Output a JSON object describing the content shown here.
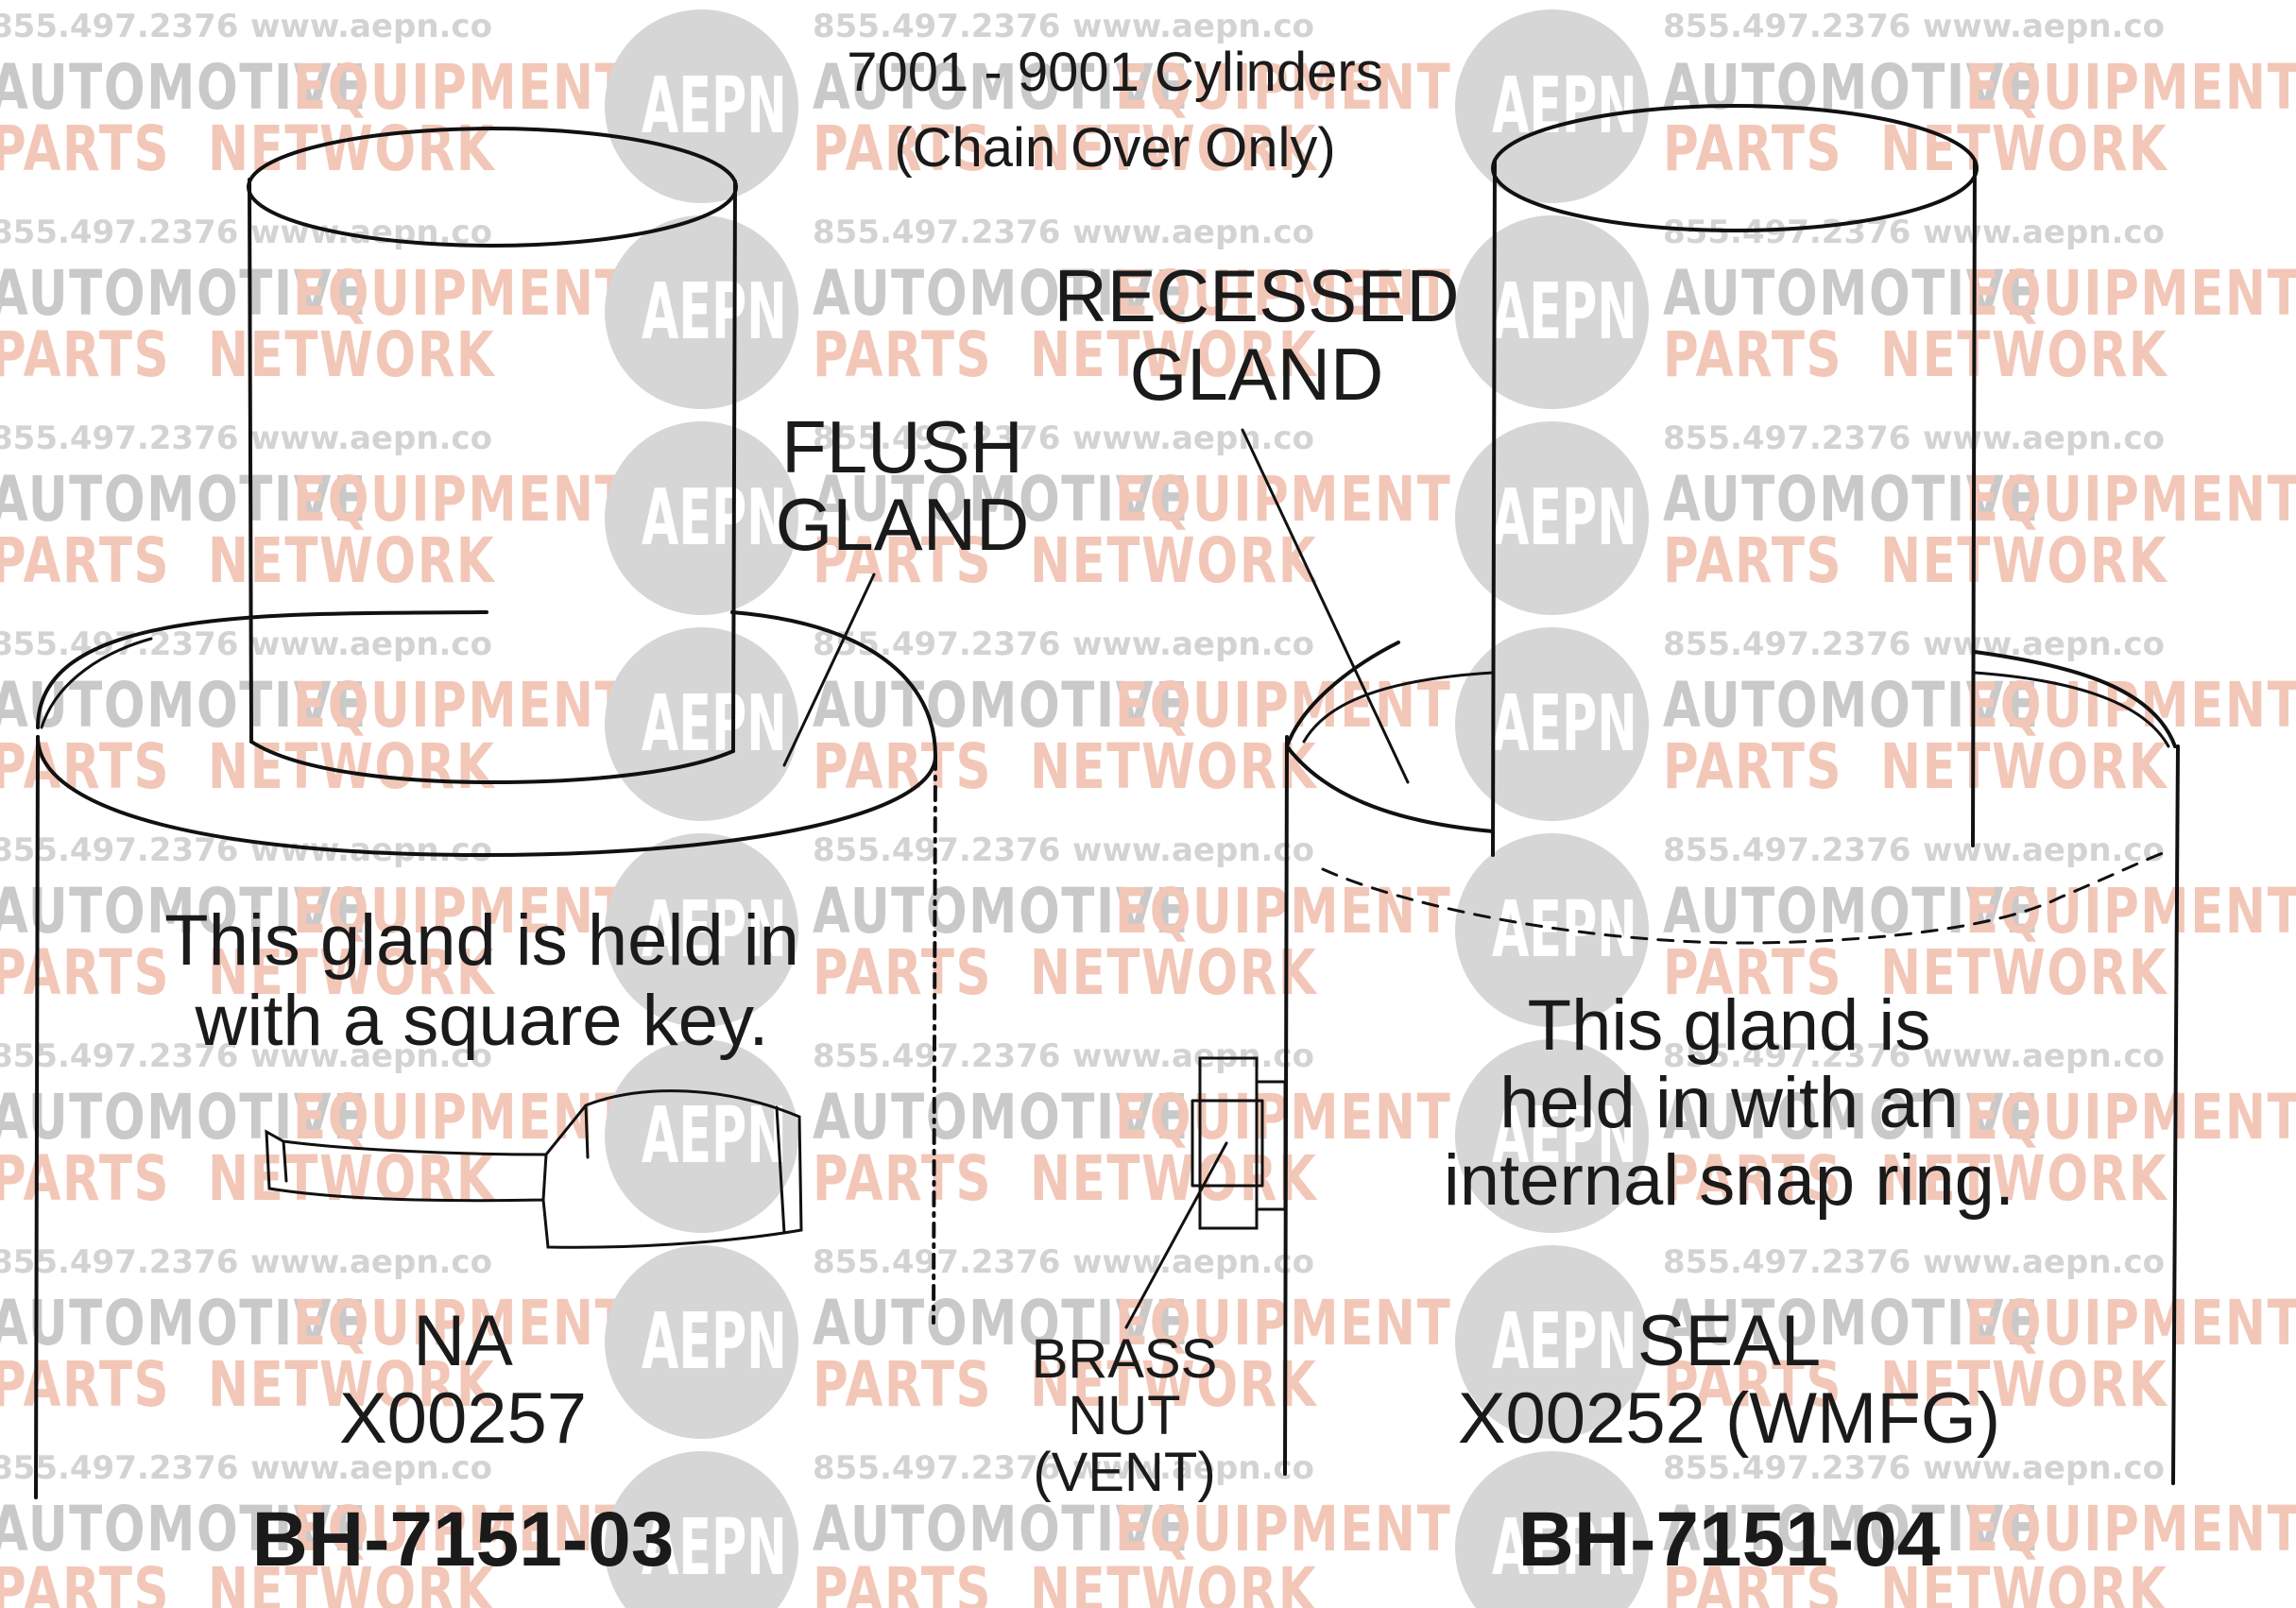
{
  "watermark": {
    "company_line1": "AUTOMOTIVE",
    "company_line1b": "EQUIPMENT",
    "company_line2": "PARTS",
    "company_line2b": "NETWORK",
    "phone": "855.497.2376",
    "website": "www.aepn.co",
    "logo_text": "AEPN",
    "gray_color": "#c9c9c9",
    "red_color": "#f2c7b8"
  },
  "title": {
    "line1": "7001 - 9001 Cylinders",
    "line2": "(Chain Over Only)"
  },
  "left": {
    "gland_line1": "FLUSH",
    "gland_line2": "GLAND",
    "desc_line1": "This gland is held in",
    "desc_line2": "with a square key.",
    "part_name": "NA",
    "part_number": "X00257",
    "model": "BH-7151-03"
  },
  "right": {
    "gland_line1": "RECESSED",
    "gland_line2": "GLAND",
    "desc_line1": "This gland is",
    "desc_line2": "held in with an",
    "desc_line3": "internal snap ring.",
    "part_name": "SEAL",
    "part_number": "X00252 (WMFG)",
    "model": "BH-7151-04"
  },
  "middle": {
    "nut_line1": "BRASS",
    "nut_line2": "NUT",
    "nut_line3": "(VENT)"
  }
}
